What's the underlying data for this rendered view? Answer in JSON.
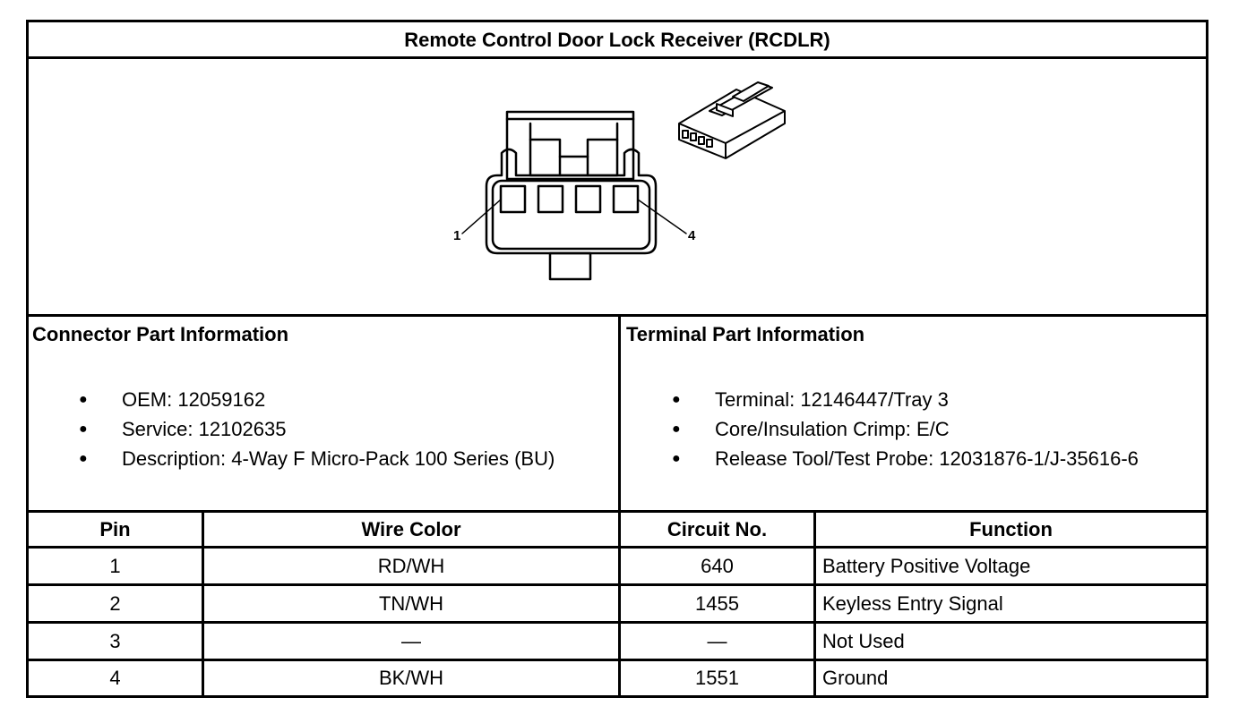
{
  "title": "Remote Control Door Lock Receiver (RCDLR)",
  "diagram": {
    "pin_labels": [
      "1",
      "4"
    ]
  },
  "connector_info": {
    "heading": "Connector Part Information",
    "items": [
      "OEM: 12059162",
      "Service: 12102635",
      "Description: 4-Way F Micro-Pack 100 Series (BU)"
    ]
  },
  "terminal_info": {
    "heading": "Terminal Part Information",
    "items": [
      "Terminal: 12146447/Tray 3",
      "Core/Insulation Crimp: E/C",
      "Release Tool/Test Probe: 12031876-1/J-35616-6"
    ]
  },
  "table": {
    "headers": [
      "Pin",
      "Wire Color",
      "Circuit No.",
      "Function"
    ],
    "rows": [
      [
        "1",
        "RD/WH",
        "640",
        "Battery Positive Voltage"
      ],
      [
        "2",
        "TN/WH",
        "1455",
        "Keyless Entry Signal"
      ],
      [
        "3",
        "—",
        "—",
        "Not Used"
      ],
      [
        "4",
        "BK/WH",
        "1551",
        "Ground"
      ]
    ]
  }
}
